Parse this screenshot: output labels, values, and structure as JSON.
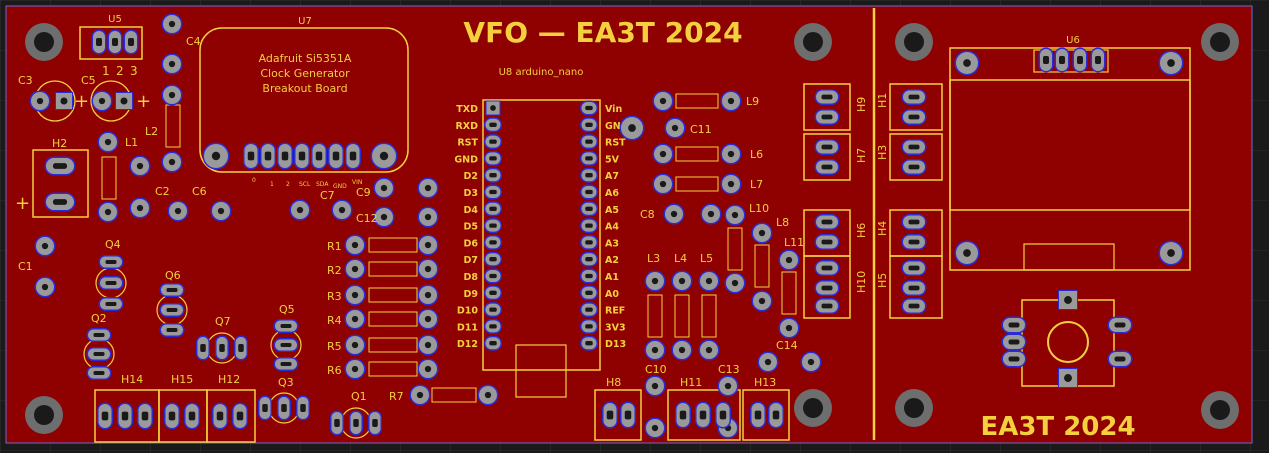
{
  "board": {
    "title": "VFO — EA3T 2024",
    "footer_text": "EA3T 2024",
    "colors": {
      "background": "#1a1a1a",
      "board": "#8f0000",
      "silkscreen": "#f4d03f",
      "pad": "#9a9a9a",
      "pad_ring": "#2b2bd6",
      "hole": "#1a1a1a"
    }
  },
  "u7": {
    "ref": "U7",
    "lines": [
      "Adafruit Si5351A",
      "Clock Generator",
      "Breakout Board"
    ],
    "pin_labels": [
      "0",
      "1",
      "2",
      "SCL",
      "SDA",
      "GND",
      "VIN"
    ]
  },
  "u8": {
    "ref": "U8 arduino_nano",
    "left_pins": [
      "TXD",
      "RXD",
      "RST",
      "GND",
      "D2",
      "D3",
      "D4",
      "D5",
      "D6",
      "D7",
      "D8",
      "D9",
      "D10",
      "D11",
      "D12"
    ],
    "right_pins": [
      "Vin",
      "GND",
      "RST",
      "5V",
      "A7",
      "A6",
      "A5",
      "A4",
      "A3",
      "A2",
      "A1",
      "A0",
      "REF",
      "3V3",
      "D13"
    ]
  },
  "u5": {
    "ref": "U5",
    "pin_numbers": [
      "1",
      "2",
      "3"
    ]
  },
  "u6": {
    "ref": "U6"
  },
  "refs": {
    "C1": "C1",
    "C2": "C2",
    "C3": "C3",
    "C4": "C4",
    "C5": "C5",
    "C6": "C6",
    "C7": "C7",
    "C8": "C8",
    "C9": "C9",
    "C10": "C10",
    "C11": "C11",
    "C12": "C12",
    "C13": "C13",
    "C14": "C14",
    "L1": "L1",
    "L2": "L2",
    "L3": "L3",
    "L4": "L4",
    "L5": "L5",
    "L6": "L6",
    "L7": "L7",
    "L8": "L8",
    "L9": "L9",
    "L10": "L10",
    "L11": "L11",
    "R1": "R1",
    "R2": "R2",
    "R3": "R3",
    "R4": "R4",
    "R5": "R5",
    "R6": "R6",
    "R7": "R7",
    "Q1": "Q1",
    "Q2": "Q2",
    "Q3": "Q3",
    "Q4": "Q4",
    "Q5": "Q5",
    "Q6": "Q6",
    "Q7": "Q7",
    "H1": "H1",
    "H2": "H2",
    "H3": "H3",
    "H4": "H4",
    "H5": "H5",
    "H6": "H6",
    "H7": "H7",
    "H8": "H8",
    "H9": "H9",
    "H10": "H10",
    "H11": "H11",
    "H12": "H12",
    "H13": "H13",
    "H14": "H14",
    "H15": "H15"
  },
  "polarity": {
    "plus": "+"
  }
}
